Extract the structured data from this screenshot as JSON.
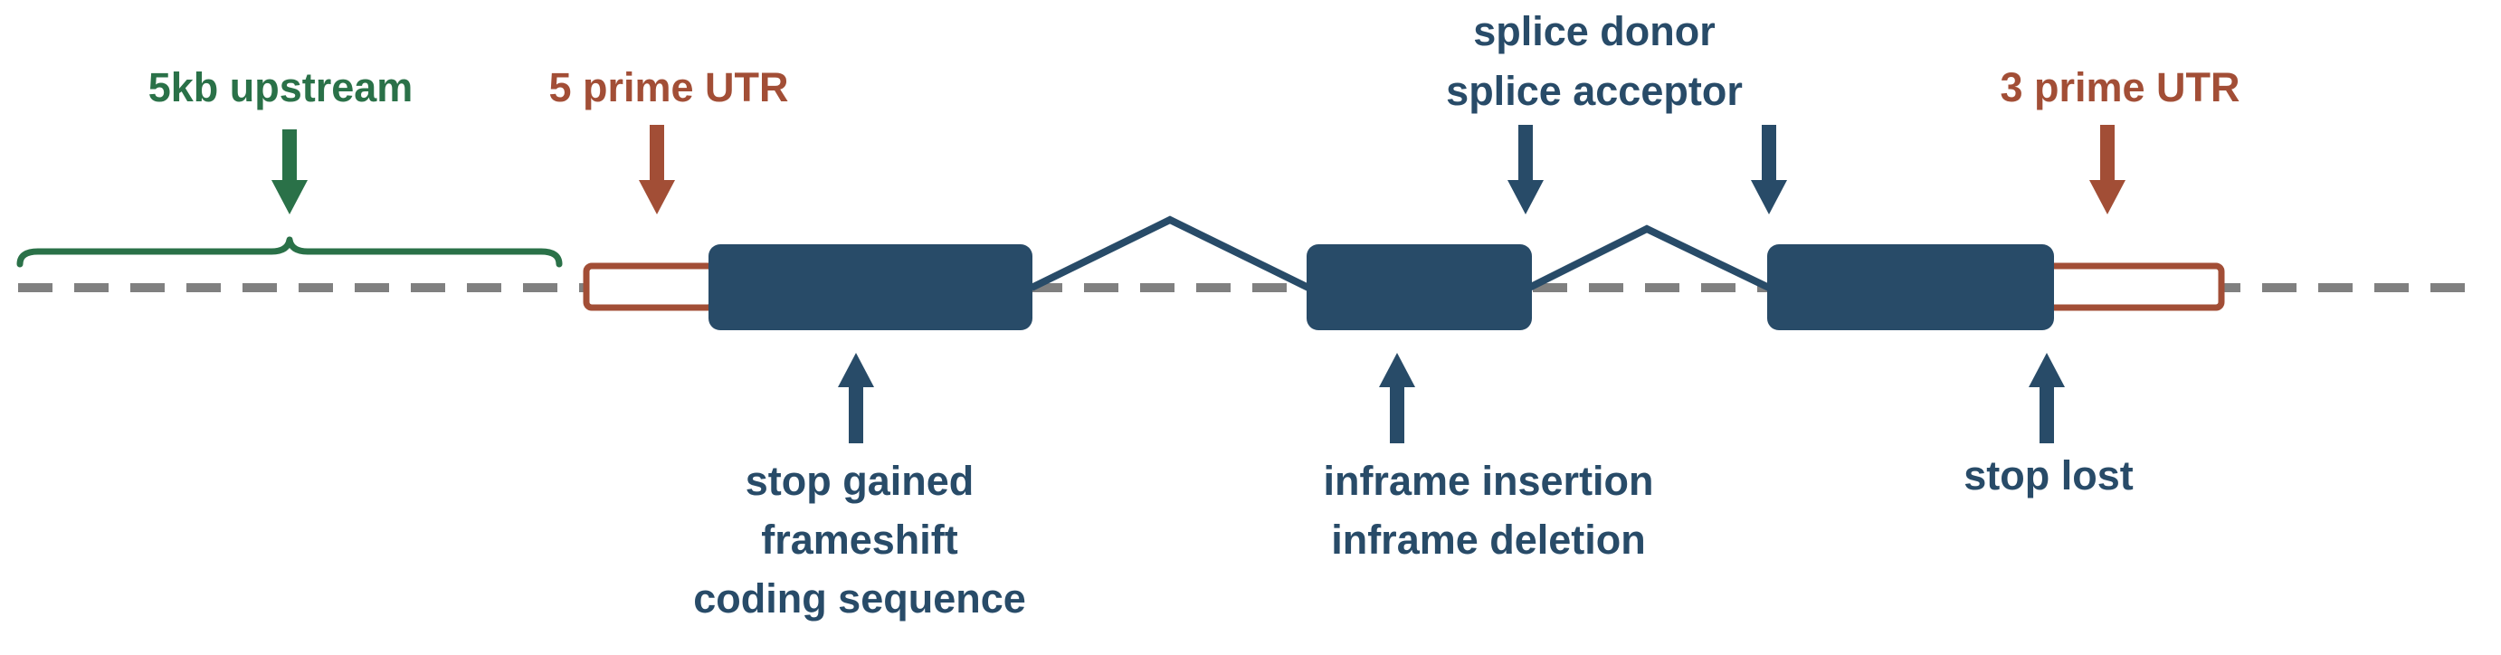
{
  "colors": {
    "navy": "#284b68",
    "rust": "#a24e36",
    "green": "#2a7148",
    "gray": "#808080"
  },
  "labels": {
    "upstream": "5kb upstream",
    "utr5": "5 prime UTR",
    "utr3": "3 prime UTR",
    "splice_donor": "splice donor",
    "splice_acceptor": "splice acceptor",
    "stop_gained": "stop gained",
    "frameshift": "frameshift",
    "coding_sequence": "coding sequence",
    "inframe_insertion": "inframe insertion",
    "inframe_deletion": "inframe deletion",
    "stop_lost": "stop lost"
  }
}
